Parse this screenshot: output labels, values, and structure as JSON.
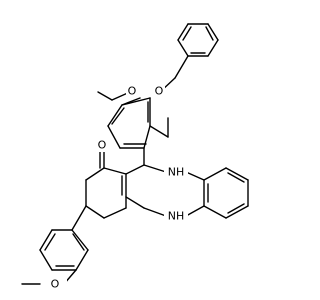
{
  "diagram": {
    "type": "chemical-structure",
    "background": "#ffffff",
    "line_color": "#000000",
    "atom_labels": {
      "o_ether_benzyloxy": "O",
      "o_ether_methoxy_top": "O",
      "o_carbonyl": "O",
      "nh_upper": "NH",
      "nh_lower": "NH",
      "o_ether_methoxy_bottom": "O"
    }
  }
}
